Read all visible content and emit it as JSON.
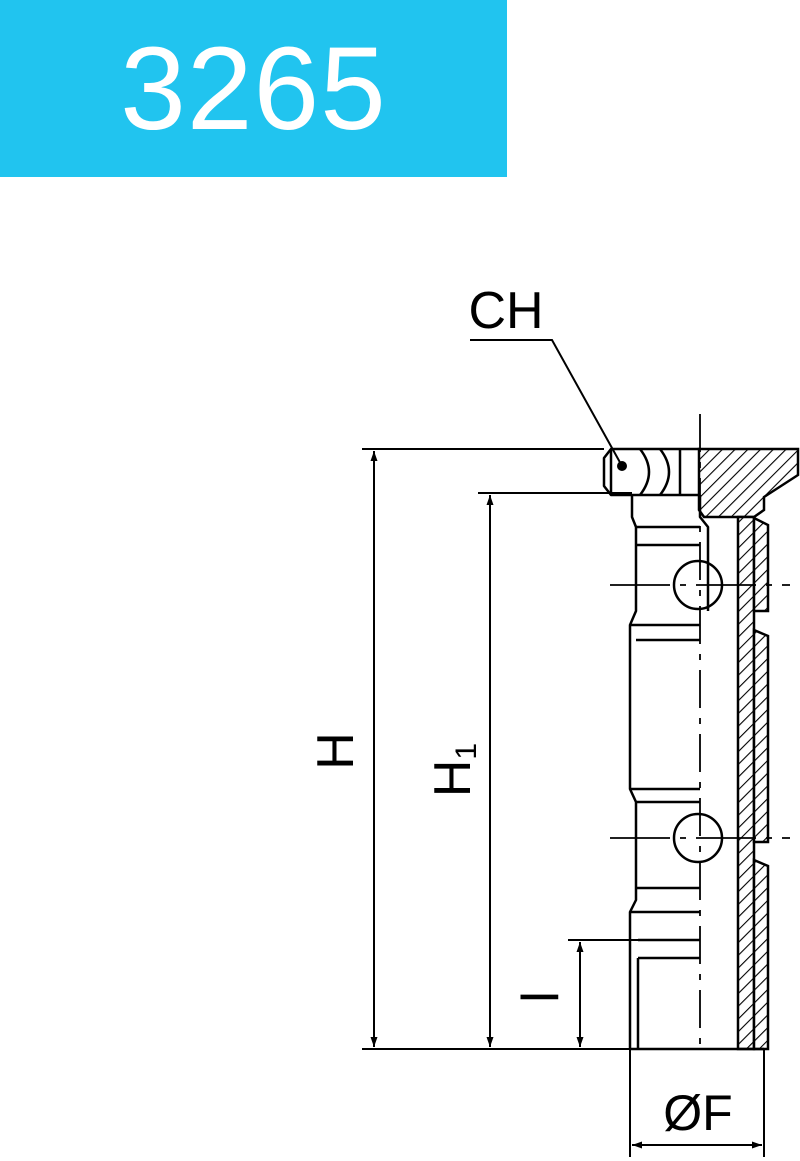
{
  "header": {
    "code": "3265",
    "banner_color": "#21c4ef",
    "text_color": "#ffffff"
  },
  "dimensions": {
    "ch": "CH",
    "h": "H",
    "h1_main": "H",
    "h1_sub": "1",
    "l": "l",
    "f": "ØF"
  },
  "colors": {
    "line": "#000000",
    "background": "#ffffff"
  }
}
